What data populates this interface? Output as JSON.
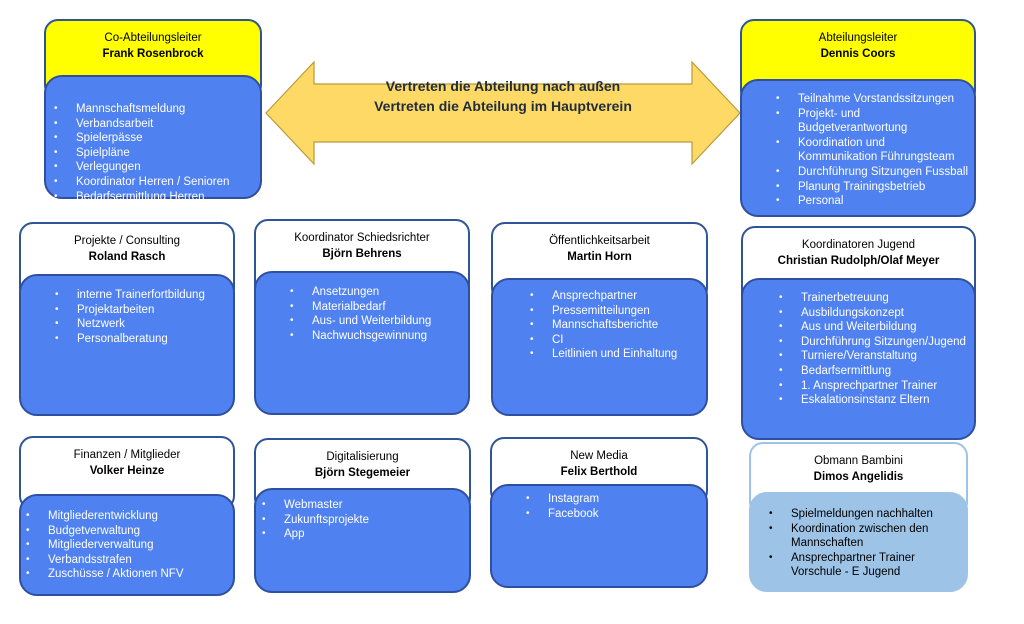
{
  "center": {
    "line1": "Vertreten die Abteilung nach außen",
    "line2": "Vertreten die Abteilung im Hauptverein"
  },
  "cards": {
    "co_leiter": {
      "role": "Co-Abteilungsleiter",
      "name": "Frank Rosenbrock",
      "items": [
        "Mannschaftsmeldung",
        "Verbandsarbeit",
        "Spielerpässe",
        "Spielpläne",
        "Verlegungen",
        "Koordinator Herren / Senioren",
        "Bedarfsermittlung Herren"
      ]
    },
    "leiter": {
      "role": "Abteilungsleiter",
      "name": "Dennis Coors",
      "items": [
        "Teilnahme Vorstandssitzungen",
        "Projekt- und",
        "Budgetverantwortung",
        "Koordination und",
        "Kommunikation  Führungsteam",
        "Durchführung Sitzungen Fussball",
        "Planung Trainingsbetrieb",
        "Personal"
      ]
    },
    "projekte": {
      "role": "Projekte / Consulting",
      "name": "Roland Rasch",
      "items": [
        "interne Trainerfortbildung",
        "Projektarbeiten",
        "Netzwerk",
        "Personalberatung"
      ]
    },
    "schiri": {
      "role": "Koordinator Schiedsrichter",
      "name": "Björn Behrens",
      "items": [
        "Ansetzungen",
        "Materialbedarf",
        "Aus- und Weiterbildung",
        "Nachwuchsgewinnung"
      ]
    },
    "oeffentlich": {
      "role": "Öffentlichkeitsarbeit",
      "name": "Martin Horn",
      "items": [
        "Ansprechpartner",
        "Pressemitteilungen",
        "Mannschaftsberichte",
        "CI",
        "Leitlinien und Einhaltung"
      ]
    },
    "jugend": {
      "role": "Koordinatoren Jugend",
      "name": "Christian Rudolph/Olaf Meyer",
      "items": [
        "Trainerbetreuung",
        "Ausbildungskonzept",
        "Aus und Weiterbildung",
        "Durchführung Sitzungen/Jugend",
        "Turniere/Veranstaltung",
        "Bedarfsermittlung",
        "1. Ansprechpartner Trainer",
        "Eskalationsinstanz Eltern"
      ]
    },
    "finanzen": {
      "role": "Finanzen / Mitglieder",
      "name": "Volker Heinze",
      "items": [
        "Mitgliederentwicklung",
        "Budgetverwaltung",
        "Mitgliederverwaltung",
        "Verbandsstrafen",
        "Zuschüsse / Aktionen NFV"
      ]
    },
    "digital": {
      "role": "Digitalisierung",
      "name": "Björn Stegemeier",
      "items": [
        "Webmaster",
        "Zukunftsprojekte",
        "App"
      ]
    },
    "media": {
      "role": "New Media",
      "name": "Felix Berthold",
      "items": [
        "Instagram",
        "Facebook"
      ]
    },
    "bambini": {
      "role": "Obmann Bambini",
      "name": "Dimos Angelidis",
      "items": [
        "Spielmeldungen nachhalten",
        "Koordination zwischen den",
        "Mannschaften",
        "Ansprechpartner Trainer",
        "Vorschule - E Jugend"
      ]
    }
  }
}
